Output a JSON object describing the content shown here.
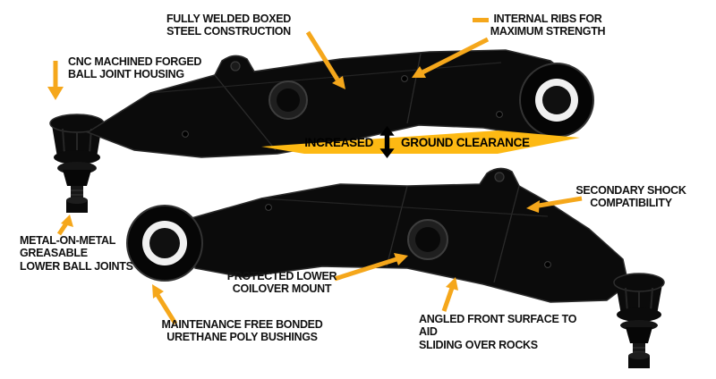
{
  "colors": {
    "arrow": "#f5a71b",
    "banner": "#fdb913",
    "text": "#111111",
    "part": "#0b0b0b"
  },
  "icons": {
    "updown_arrow": "double-vertical-arrow"
  },
  "callouts": {
    "fully_welded": "FULLY WELDED BOXED\nSTEEL CONSTRUCTION",
    "internal_ribs": "INTERNAL RIBS FOR\nMAXIMUM STRENGTH",
    "cnc": "CNC MACHINED FORGED\nBALL JOINT HOUSING",
    "secondary_shock": "SECONDARY SHOCK\nCOMPATIBILITY",
    "metal_on_metal": "METAL-ON-METAL\nGREASABLE\nLOWER BALL JOINTS",
    "protected_lower": "PROTECTED LOWER\nCOILOVER MOUNT",
    "maintenance_free": "MAINTENANCE FREE BONDED\nURETHANE POLY BUSHINGS",
    "angled_front": "ANGLED FRONT SURFACE TO AID\nSLIDING OVER ROCKS"
  },
  "banner": {
    "left": "INCREASED",
    "right": "GROUND CLEARANCE"
  }
}
